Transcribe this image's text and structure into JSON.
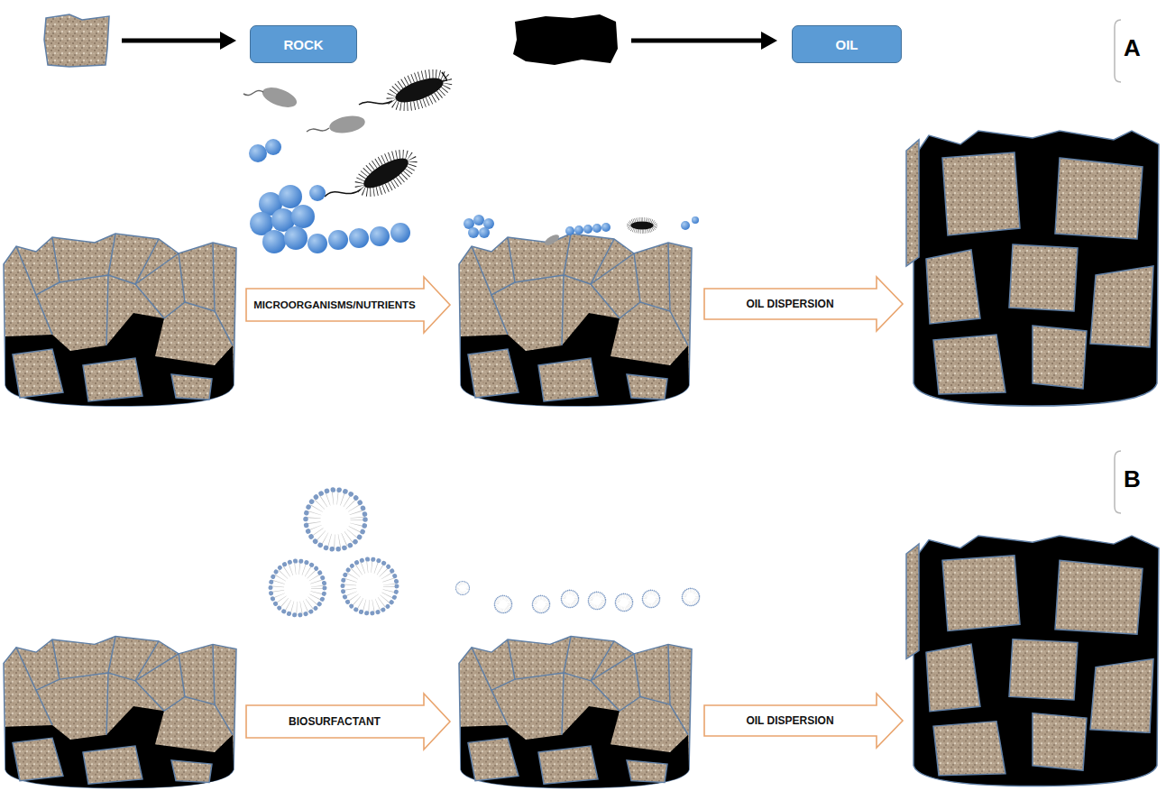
{
  "diagram": {
    "nodes": [
      {
        "text": [
          "MICROORGANISMS/NUTRIENTS"
        ]
      },
      {
        "text": [
          "OIL DISPERSION"
        ]
      },
      {
        "text": [
          "BIOSURFACTANT"
        ]
      },
      {
        "text": [
          "OIL DISPERSION"
        ]
      }
    ],
    "labels": [
      "A",
      "B"
    ],
    "legend": [
      {
        "text": "ROCK"
      },
      {
        "text": "OIL",
        "color": "#000000"
      }
    ]
  }
}
